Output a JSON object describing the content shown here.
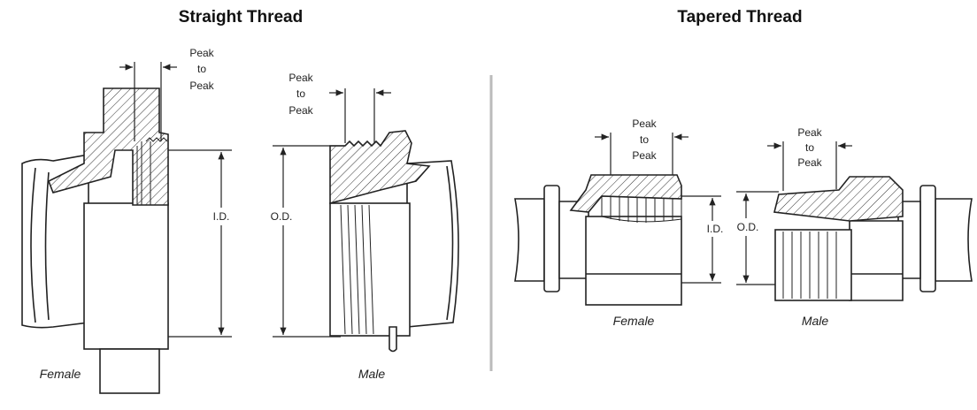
{
  "straight": {
    "title": "Straight Thread",
    "female": {
      "caption": "Female",
      "peak": [
        "Peak",
        "to",
        "Peak"
      ],
      "dimension": "I.D."
    },
    "male": {
      "caption": "Male",
      "peak": [
        "Peak",
        "to",
        "Peak"
      ],
      "dimension": "O.D."
    }
  },
  "tapered": {
    "title": "Tapered Thread",
    "female": {
      "caption": "Female",
      "peak": [
        "Peak",
        "to",
        "Peak"
      ],
      "dimension": "I.D."
    },
    "male": {
      "caption": "Male",
      "peak": [
        "Peak",
        "to",
        "Peak"
      ],
      "dimension": "O.D."
    }
  },
  "colors": {
    "line": "#222222",
    "divider": "#bbbbbb"
  }
}
